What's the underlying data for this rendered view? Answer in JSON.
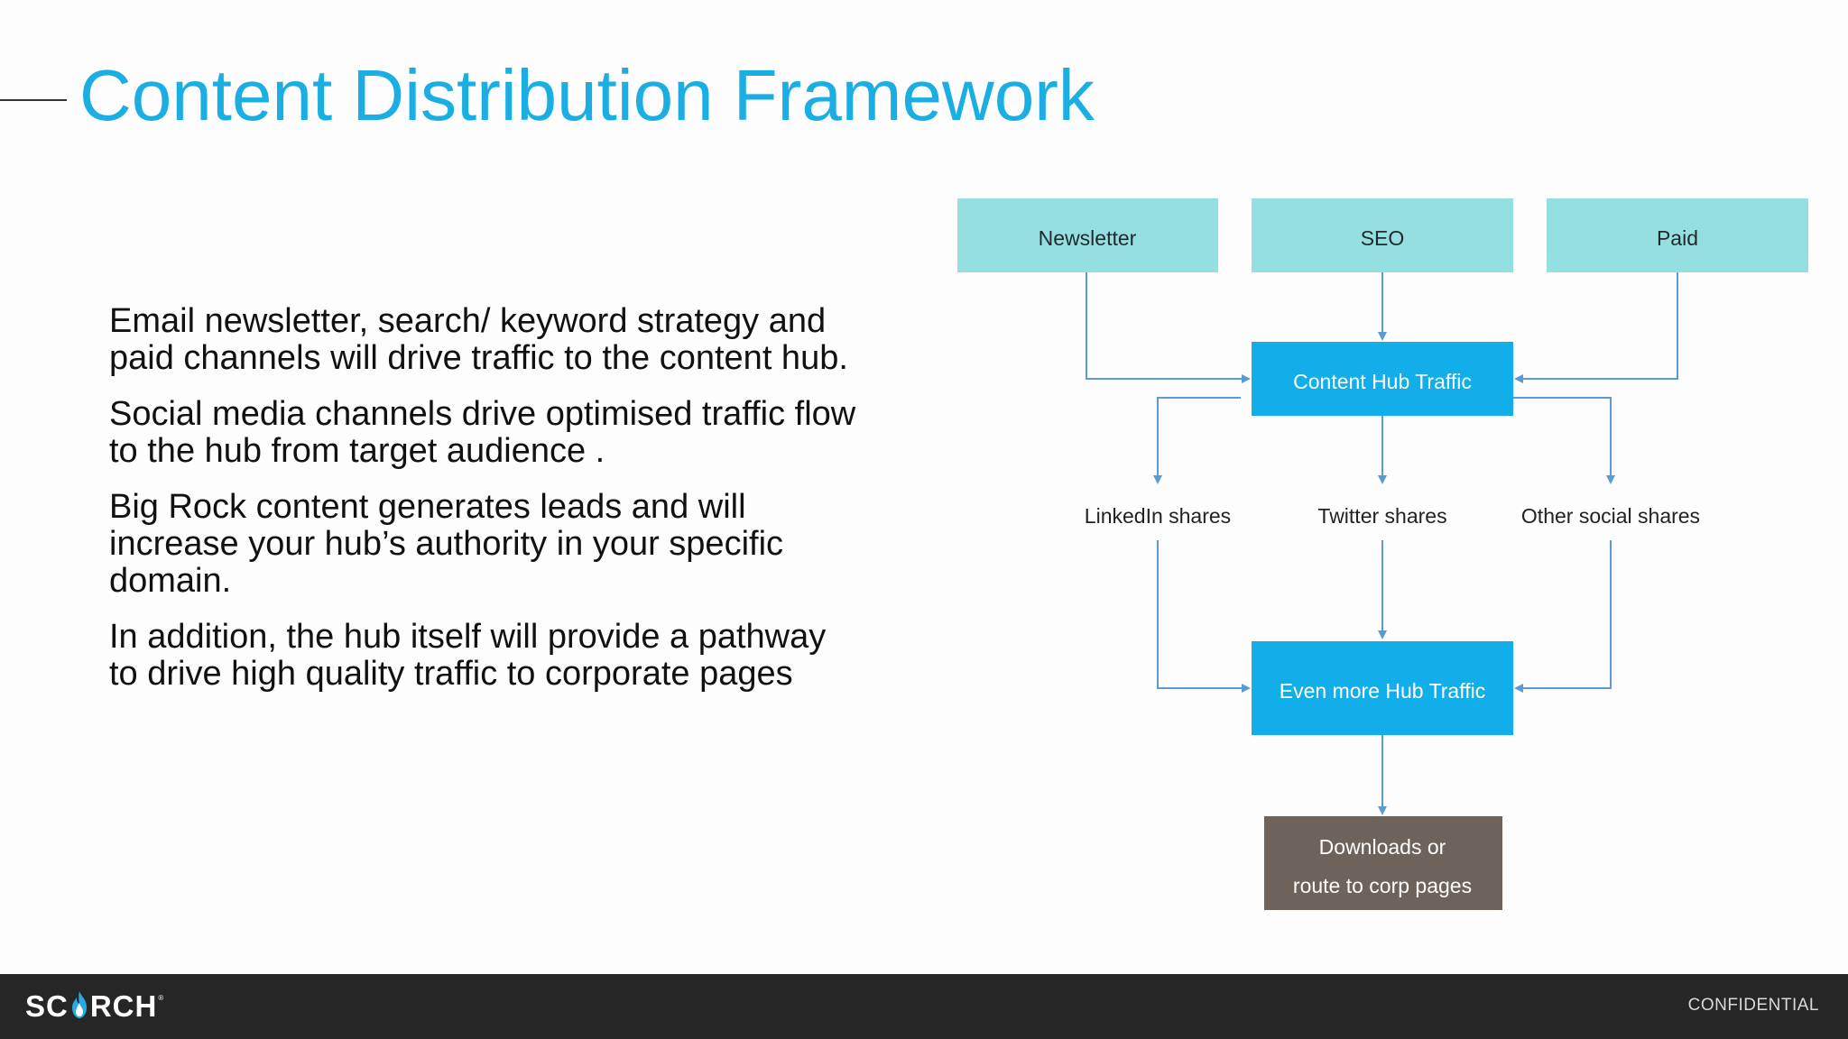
{
  "title": "Content Distribution Framework",
  "bullets": [
    "Email newsletter, search/ keyword strategy and paid channels will drive traffic to the content hub.",
    "Social media channels drive optimised traffic flow to the hub from target audience .",
    "Big Rock content generates leads and will increase your hub’s authority in your specific domain.",
    "In addition, the hub itself will provide a pathway to drive high quality traffic to corporate pages"
  ],
  "diagram": {
    "sources": [
      "Newsletter",
      "SEO",
      "Paid"
    ],
    "hub": "Content Hub Traffic",
    "shares": [
      "LinkedIn shares",
      "Twitter shares",
      "Other social shares"
    ],
    "more_hub": "Even more Hub Traffic",
    "destination": [
      "Downloads or",
      "route to corp pages"
    ]
  },
  "colors": {
    "title": "#1aaee3",
    "source_box": "#95dfe2",
    "hub_box": "#11aee9",
    "destination_box": "#6d635b",
    "arrow": "#5b9bd5",
    "footer": "#262626"
  },
  "footer": {
    "logo_pre": "SC",
    "logo_post": "RCH",
    "logo_tm": "®",
    "confidential": "CONFIDENTIAL"
  }
}
